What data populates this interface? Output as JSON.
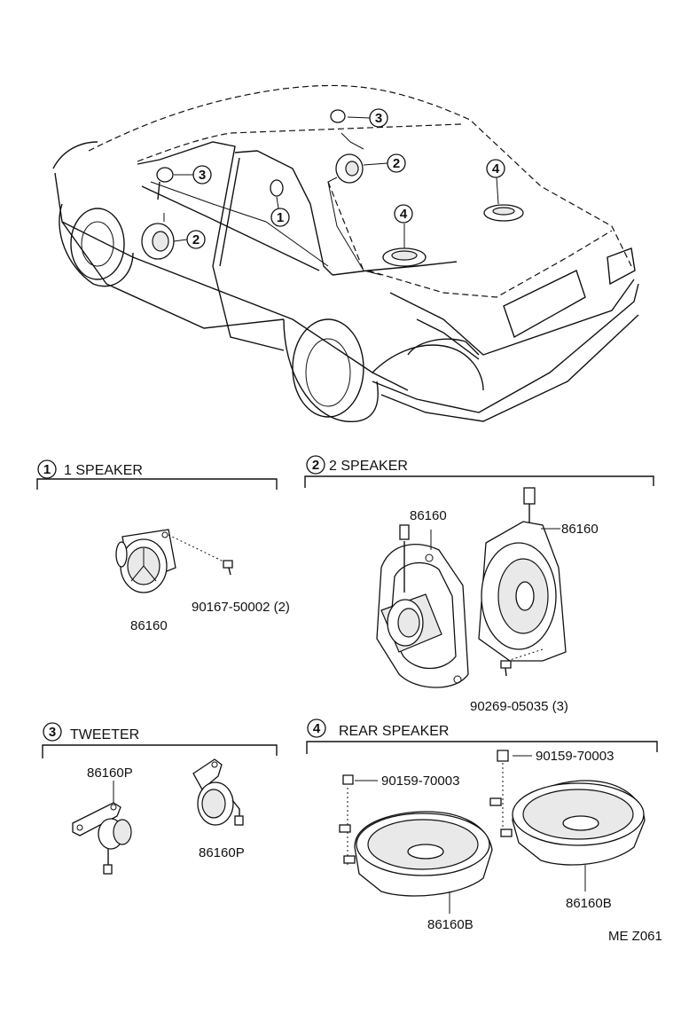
{
  "callouts": {
    "c1": "1",
    "c2": "2",
    "c3": "3",
    "c4": "4"
  },
  "sections": {
    "s1": {
      "num": "1",
      "title": "1 SPEAKER"
    },
    "s2": {
      "num": "2",
      "title": "2 SPEAKER"
    },
    "s3": {
      "num": "3",
      "title": "TWEETER"
    },
    "s4": {
      "num": "4",
      "title": "REAR SPEAKER"
    }
  },
  "parts": {
    "s1_speaker": "86160",
    "s1_screw": "90167-50002 (2)",
    "s2_speaker_left": "86160",
    "s2_speaker_right": "86160",
    "s2_screw": "90269-05035 (3)",
    "s3_tweeter_left": "86160P",
    "s3_tweeter_right": "86160P",
    "s4_bolt_left": "90159-70003",
    "s4_bolt_right": "90159-70003",
    "s4_speaker_left": "86160B",
    "s4_speaker_right": "86160B"
  },
  "diagram_code": "ME Z061"
}
